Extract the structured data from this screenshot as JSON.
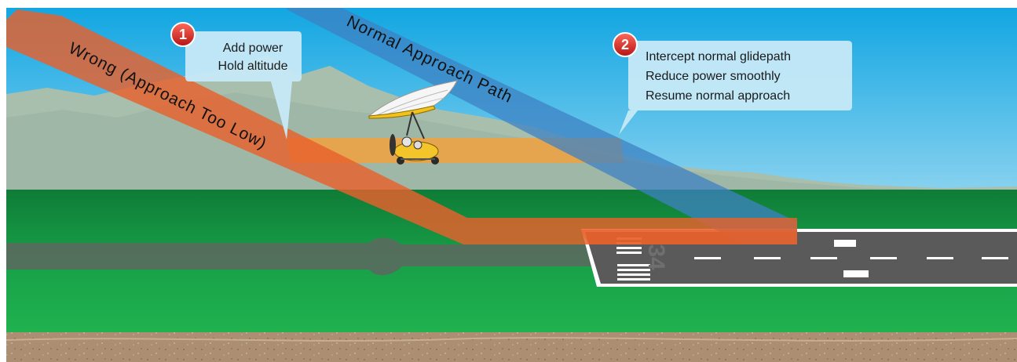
{
  "diagram": {
    "paths": {
      "normal": {
        "label": "Normal Approach Path",
        "color": "#3f84c4"
      },
      "wrong": {
        "label": "Wrong (Approach Too Low)",
        "color": "#e8602c"
      },
      "level_segment_color": "#f0a040"
    },
    "callouts": [
      {
        "number": "1",
        "lines": [
          "Add power",
          "Hold altitude"
        ]
      },
      {
        "number": "2",
        "lines": [
          "Intercept normal glidepath",
          "Reduce power smoothly",
          "Resume normal approach"
        ]
      }
    ],
    "runway": {
      "number": "34"
    },
    "colors": {
      "sky_top": "#15a9e3",
      "sky_bottom": "#ffffff",
      "mountains": "#a9bfae",
      "grass": "#1aa24a",
      "grass_dark": "#13803a",
      "soil": "#a88a6e",
      "runway": "#585858",
      "callout_bg": "#c6e9f7",
      "badge_1": "#d82828",
      "badge_2": "#d82828"
    },
    "icons": [
      "weight-shift-trike-icon"
    ]
  }
}
